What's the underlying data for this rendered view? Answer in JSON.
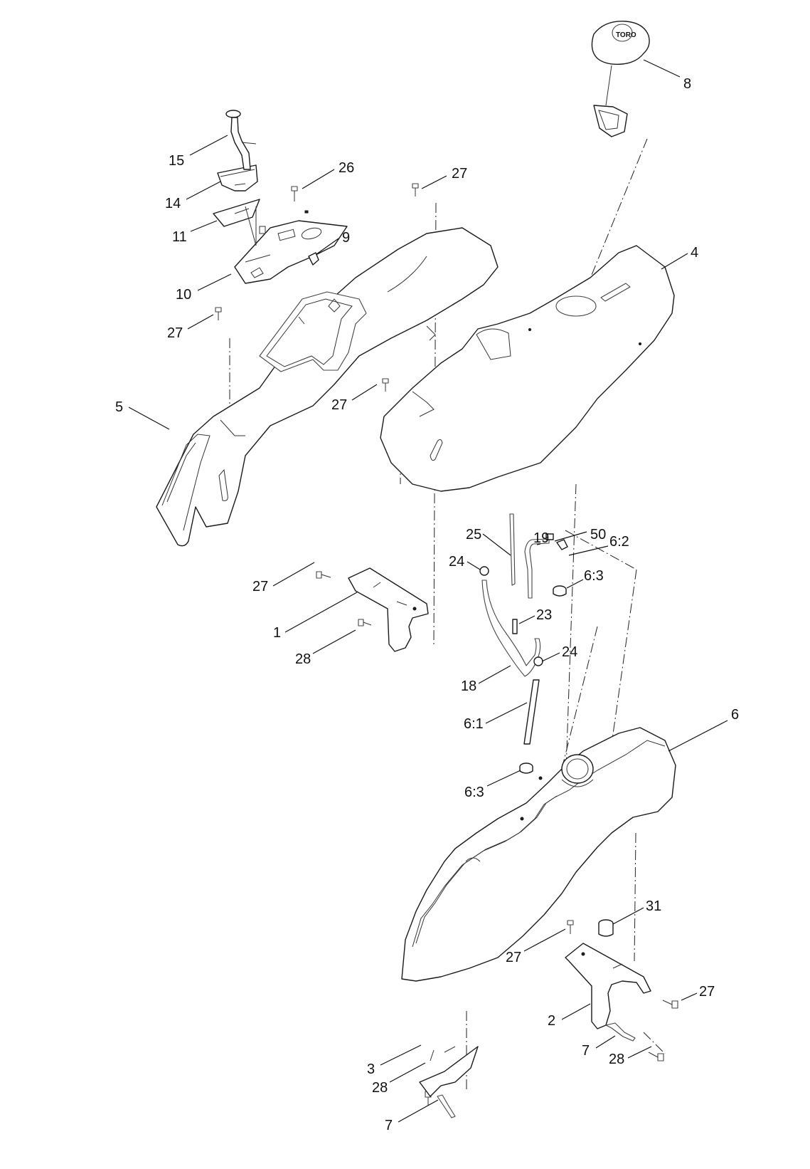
{
  "callouts": {
    "c15": "15",
    "c14": "14",
    "c11": "11",
    "c10": "10",
    "c26": "26",
    "c27_top": "27",
    "c9": "9",
    "c8": "8",
    "c4": "4",
    "c27_left": "27",
    "c5": "5",
    "c27_mid": "27",
    "c25": "25",
    "c19": "19",
    "c50": "50",
    "c6_2": "6:2",
    "c24_top": "24",
    "c6_3_top": "6:3",
    "c23": "23",
    "c27_bracket": "27",
    "c1": "1",
    "c28_bracket": "28",
    "c24_mid": "24",
    "c18": "18",
    "c6_1": "6:1",
    "c6": "6",
    "c6_3_low": "6:3",
    "c31": "31",
    "c27_low": "27",
    "c27_right": "27",
    "c2": "2",
    "c7_right": "7",
    "c28_right": "28",
    "c3": "3",
    "c28_low": "28",
    "c7_low": "7"
  },
  "cap_text": "TORO"
}
